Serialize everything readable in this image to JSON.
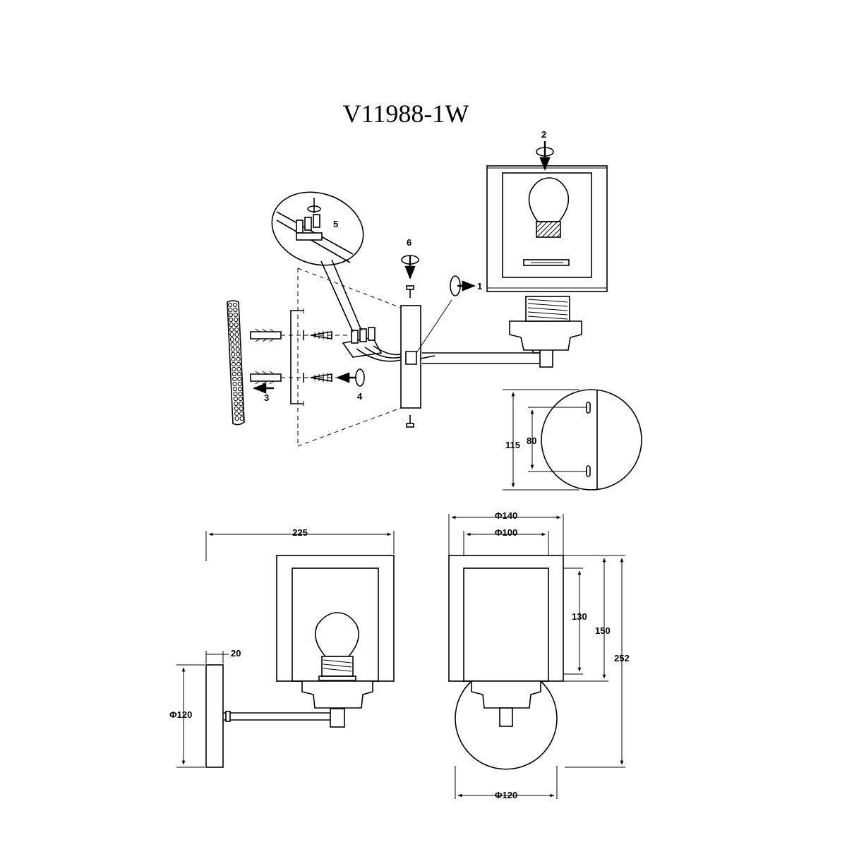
{
  "title": "V11988-1W",
  "steps": {
    "s1": "1",
    "s2": "2",
    "s3": "3",
    "s4": "4",
    "s5": "5",
    "s6": "6"
  },
  "dimensions": {
    "mount_height": "115",
    "hole_spacing": "80",
    "total_depth": "225",
    "plate_thickness": "20",
    "plate_diameter": "Φ120",
    "shade_outer": "Φ140",
    "shade_inner": "Φ100",
    "inner_height": "130",
    "shade_height": "150",
    "total_height": "252",
    "base_diameter": "Φ120"
  }
}
